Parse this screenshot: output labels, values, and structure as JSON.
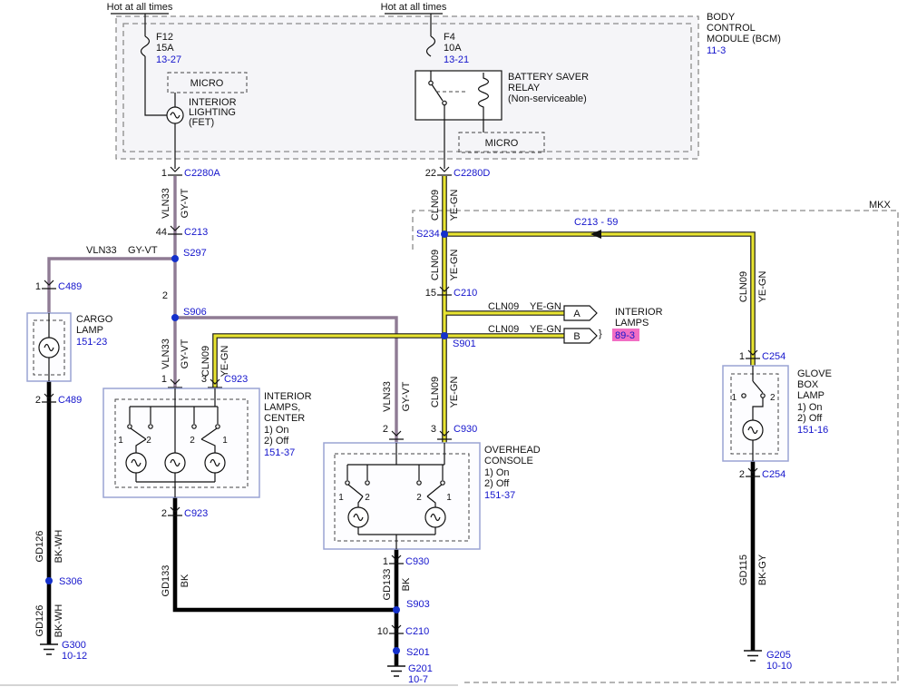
{
  "colors": {
    "link_blue": "#1414cc",
    "wire_violet": "#8f7b94",
    "wire_yellow": "#e8e431",
    "wire_black": "#000000",
    "highlight_pink": "#f26ec4"
  },
  "power": {
    "hot_left": "Hot at all times",
    "hot_right": "Hot at all times"
  },
  "bcm": {
    "name_l1": "BODY",
    "name_l2": "CONTROL",
    "name_l3": "MODULE (BCM)",
    "ref": "11-3",
    "fuse_left": {
      "name": "F12",
      "rating": "15A",
      "ref": "13-27"
    },
    "fuse_right": {
      "name": "F4",
      "rating": "10A",
      "ref": "13-21"
    },
    "micro_label": "MICRO",
    "fet_l1": "INTERIOR",
    "fet_l2": "LIGHTING",
    "fet_l3": "(FET)",
    "relay_l1": "BATTERY SAVER",
    "relay_l2": "RELAY",
    "relay_l3": "(Non-serviceable)"
  },
  "mkx_label": "MKX",
  "wire_names": {
    "vln33": "VLN33",
    "gy_vt": "GY-VT",
    "cln09": "CLN09",
    "ye_gn": "YE-GN",
    "gd126": "GD126",
    "bk_wh": "BK-WH",
    "gd133": "GD133",
    "bk": "BK",
    "gd115": "GD115",
    "bk_gy": "BK-GY"
  },
  "connectors": {
    "c2280a": {
      "pin": "1",
      "name": "C2280A"
    },
    "c2280d": {
      "pin": "22",
      "name": "C2280D"
    },
    "c213": {
      "pin": "44",
      "name": "C213"
    },
    "c213_inline": "C213 - 59",
    "c489_top": {
      "pin": "1",
      "name": "C489"
    },
    "c489_bottom": {
      "pin": "2",
      "name": "C489"
    },
    "c210_mid": {
      "pin": "15",
      "name": "C210"
    },
    "c210_bottom": {
      "pin": "10",
      "name": "C210"
    },
    "c923_top": {
      "pin_left": "1",
      "pin_right": "3",
      "name": "C923"
    },
    "c923_bottom": {
      "pin": "2",
      "name": "C923"
    },
    "c930_top": {
      "pin_left": "2",
      "pin_right": "3",
      "name": "C930"
    },
    "c930_bottom": {
      "pin": "1",
      "name": "C930"
    },
    "c254_top": {
      "pin": "1",
      "name": "C254"
    },
    "c254_bottom": {
      "pin": "2",
      "name": "C254"
    },
    "floating_pin_2": "2"
  },
  "splices": {
    "s297": "S297",
    "s906": "S906",
    "s234": "S234",
    "s901": "S901",
    "s306": "S306",
    "s903": "S903",
    "s201": "S201"
  },
  "components": {
    "cargo_lamp": {
      "l1": "CARGO",
      "l2": "LAMP",
      "ref": "151-23"
    },
    "interior_lamps_center": {
      "l1": "INTERIOR",
      "l2": "LAMPS,",
      "l3": "CENTER",
      "pos1": "1) On",
      "pos2": "2) Off",
      "ref": "151-37",
      "pins": [
        "1",
        "2",
        "2",
        "1"
      ]
    },
    "overhead_console": {
      "l1": "OVERHEAD",
      "l2": "CONSOLE",
      "pos1": "1) On",
      "pos2": "2) Off",
      "ref": "151-37",
      "pins": [
        "1",
        "2",
        "2",
        "1"
      ]
    },
    "glove_box_lamp": {
      "l1": "GLOVE",
      "l2": "BOX",
      "l3": "LAMP",
      "pos1": "1) On",
      "pos2": "2) Off",
      "ref": "151-16",
      "pin1": "1",
      "pin2": "2"
    },
    "interior_lamps_offpage": {
      "flag_a": "A",
      "flag_b": "B",
      "l1": "INTERIOR",
      "l2": "LAMPS",
      "ref": "89-3",
      "brace": "}"
    }
  },
  "grounds": {
    "g300": {
      "name": "G300",
      "ref": "10-12"
    },
    "g201": {
      "name": "G201",
      "ref": "10-7"
    },
    "g205": {
      "name": "G205",
      "ref": "10-10"
    }
  }
}
